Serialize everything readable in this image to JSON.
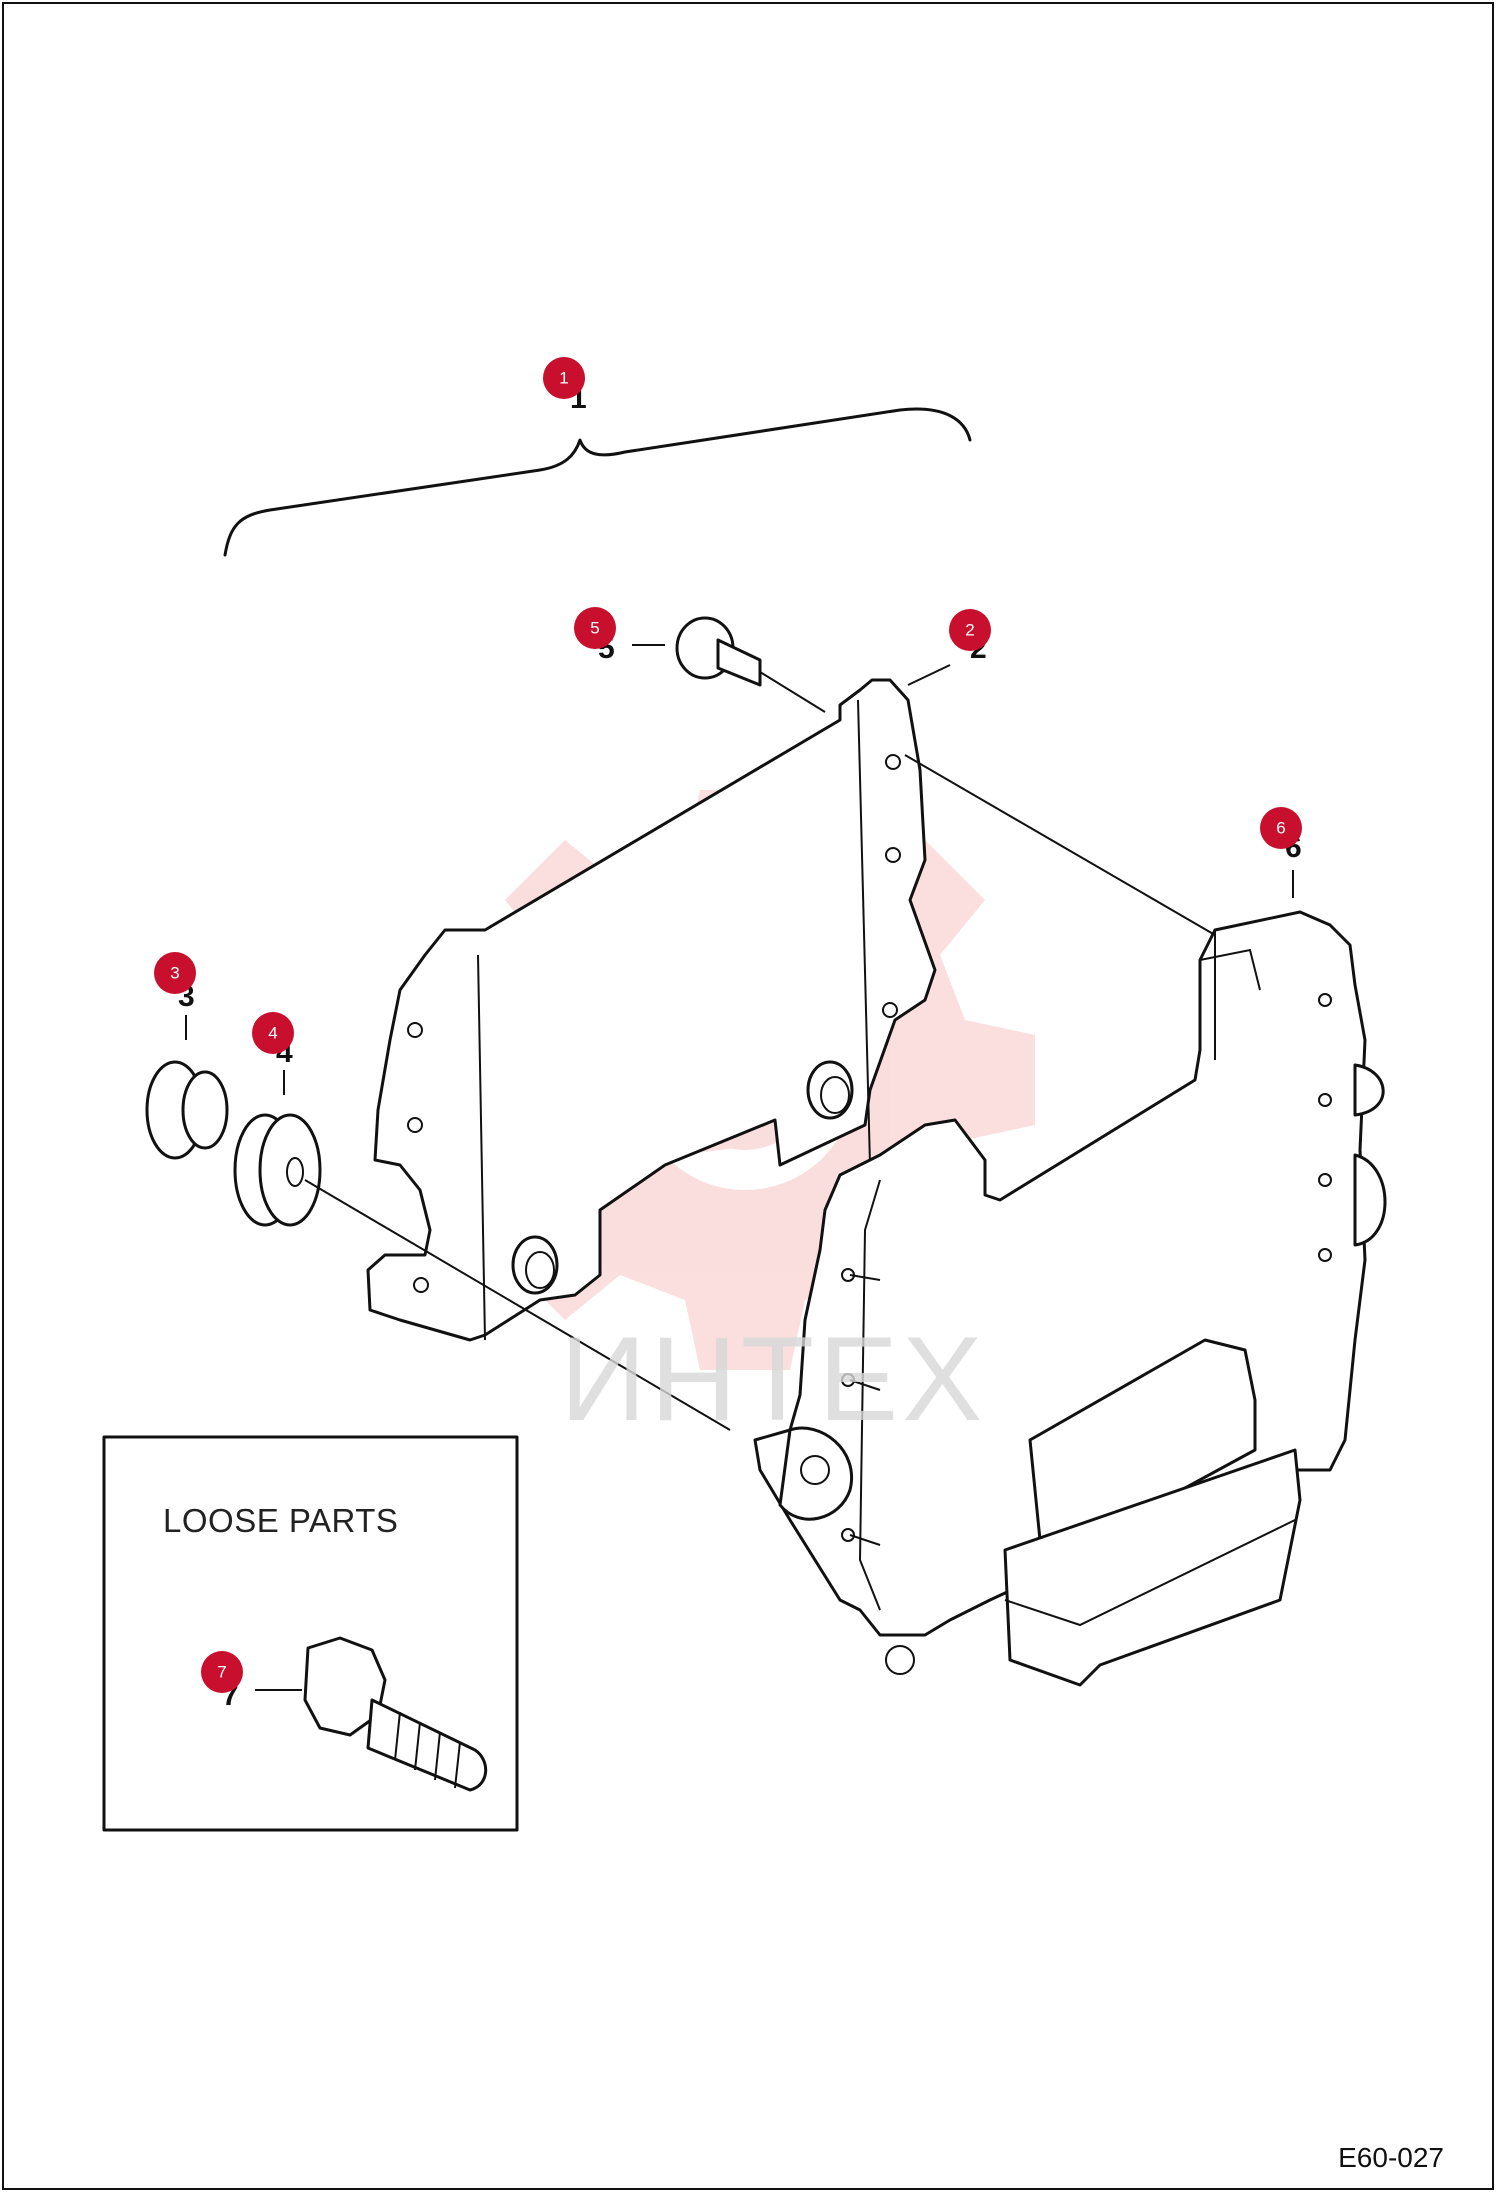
{
  "figure_code": "E60-027",
  "loose_parts_label": "LOOSE PARTS",
  "watermark_text": "ИНТЕХ",
  "callouts": [
    {
      "id": "1",
      "marker": "1"
    },
    {
      "id": "2",
      "marker": "2"
    },
    {
      "id": "3",
      "marker": "3"
    },
    {
      "id": "4",
      "marker": "4"
    },
    {
      "id": "5",
      "marker": "5"
    },
    {
      "id": "6",
      "marker": "6"
    },
    {
      "id": "7",
      "marker": "7"
    }
  ],
  "colors": {
    "marker": "#c8102e",
    "watermark": "#f3a3a3"
  }
}
